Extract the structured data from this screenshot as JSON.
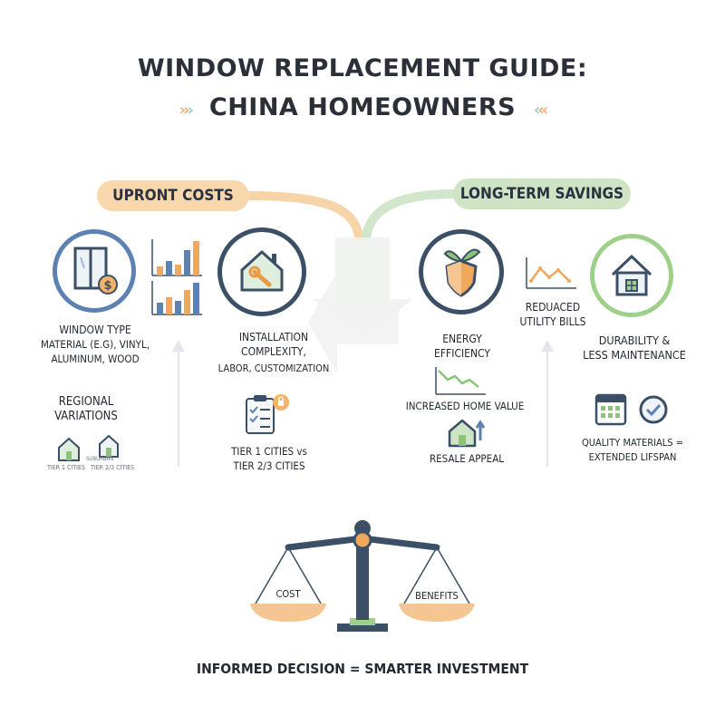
{
  "title": {
    "line1": "WINDOW REPLACEMENT GUIDE:",
    "line2": "CHINA HOMEOWNERS"
  },
  "colors": {
    "orange": "#f0a85a",
    "blue": "#4f78a8",
    "green": "#8cc27a",
    "navy": "#3b4f66"
  },
  "upfront": {
    "pill": "UPRONT COSTS",
    "window_type": {
      "title": "WINDOW TYPE",
      "line1": "MATERIAL (e.g), VINYL,",
      "line2": "ALUMINUM, WOOD"
    },
    "regional": {
      "title_line1": "REGIONAL",
      "title_line2": "VARIATIONS",
      "small1": "TIER 1 CITIES",
      "small2": "TIER 2/3 CITIES",
      "small_top": "SUBURBAN"
    },
    "installation": {
      "line1": "INSTALLATION",
      "line2": "COMPLEXITY,",
      "line3": "LABOR, CUSTOMIZATION"
    },
    "tiers": {
      "line1": "TIER 1 CITIES vs",
      "line2": "TIER 2/3 CITIES"
    }
  },
  "longterm": {
    "pill": "LONG-TERM SAVINGS",
    "energy": {
      "line1": "ENERGY",
      "line2": "EFFICIENCY"
    },
    "utility": {
      "line1": "REDUACED",
      "line2": "UTILITY BILLS"
    },
    "home_value": "INCREASED HOME VALUE",
    "resale": "RESALE APPEAL",
    "durability": {
      "line1": "DURABILITY &",
      "line2": "LESS MAINTENANCE"
    },
    "quality": {
      "line1": "QUALITY MATERIALS =",
      "line2": "EXTENDED LIFSPAN"
    }
  },
  "scale": {
    "left": "COST",
    "right": "BENEFITS"
  },
  "footer": "INFORMED DECISION = SMARTER INVESTMENT"
}
